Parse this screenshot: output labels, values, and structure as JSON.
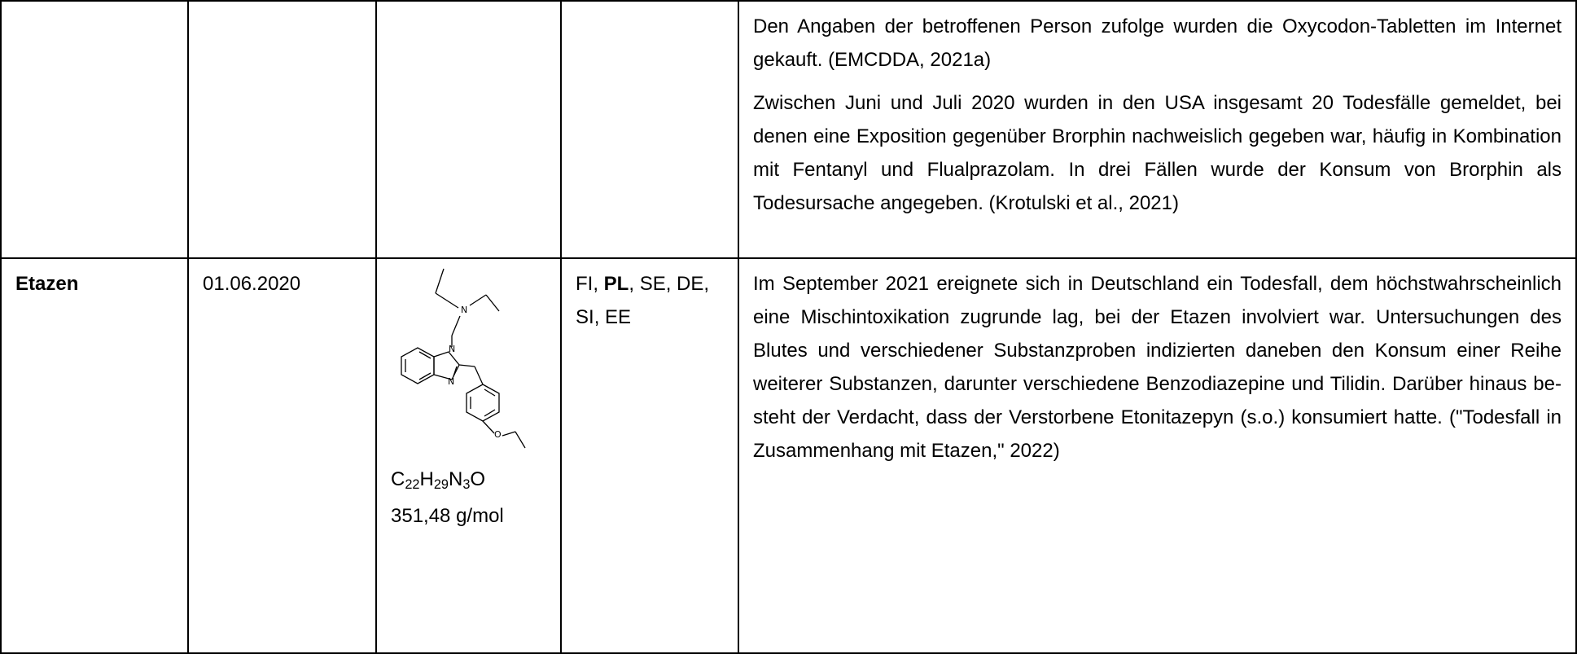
{
  "rows": [
    {
      "substance": "",
      "date": "",
      "countries": [],
      "descriptions": [
        "Den Angaben der betroffenen Person zufolge wurden die Oxycodon-Tabletten im Internet gekauft. (EMCDDA, 2021a)",
        "Zwischen Juni und Juli 2020 wurden in den USA insgesamt 20 Todesfälle gemeldet, bei denen eine Exposition gegenüber Brorphin nachweislich gegeben war, häufig in Kombination mit Fentanyl und Flualprazolam. In drei Fällen wurde der Konsum von Brorphin als Todesursache angegeben. (Krotulski et al., 2021)"
      ]
    },
    {
      "substance": "Etazen",
      "date": "01.06.2020",
      "structure_labels": {
        "n1": "N",
        "n2": "N",
        "n3": "N",
        "o": "O"
      },
      "formula": {
        "c": "C",
        "c_n": "22",
        "h": "H",
        "h_n": "29",
        "n": "N",
        "n_n": "3",
        "o": "O"
      },
      "molar_mass": "351,48 g/mol",
      "countries": [
        {
          "code": "FI",
          "bold": false
        },
        {
          "code": "PL",
          "bold": true
        },
        {
          "code": "SE",
          "bold": false
        },
        {
          "code": "DE",
          "bold": false
        },
        {
          "code": "SI",
          "bold": false
        },
        {
          "code": "EE",
          "bold": false
        }
      ],
      "descriptions": [
        "Im September 2021 ereignete sich in Deutschland ein Todes­fall, dem höchstwahrscheinlich eine Mischintoxikation zu­grunde lag, bei der Etazen involviert war. Untersuchungen des Blutes und verschiedener Substanzproben indizierten dane­ben den Konsum einer Reihe weiterer Substanzen, darunter verschiedene Benzodiazepine und Tilidin. Darüber hinaus be­steht der Verdacht, dass der Verstorbene Etonitazepyn (s.o.) konsumiert hatte. (\"Todesfall in Zusammenhang mit Etazen,\" 2022)"
      ]
    }
  ]
}
